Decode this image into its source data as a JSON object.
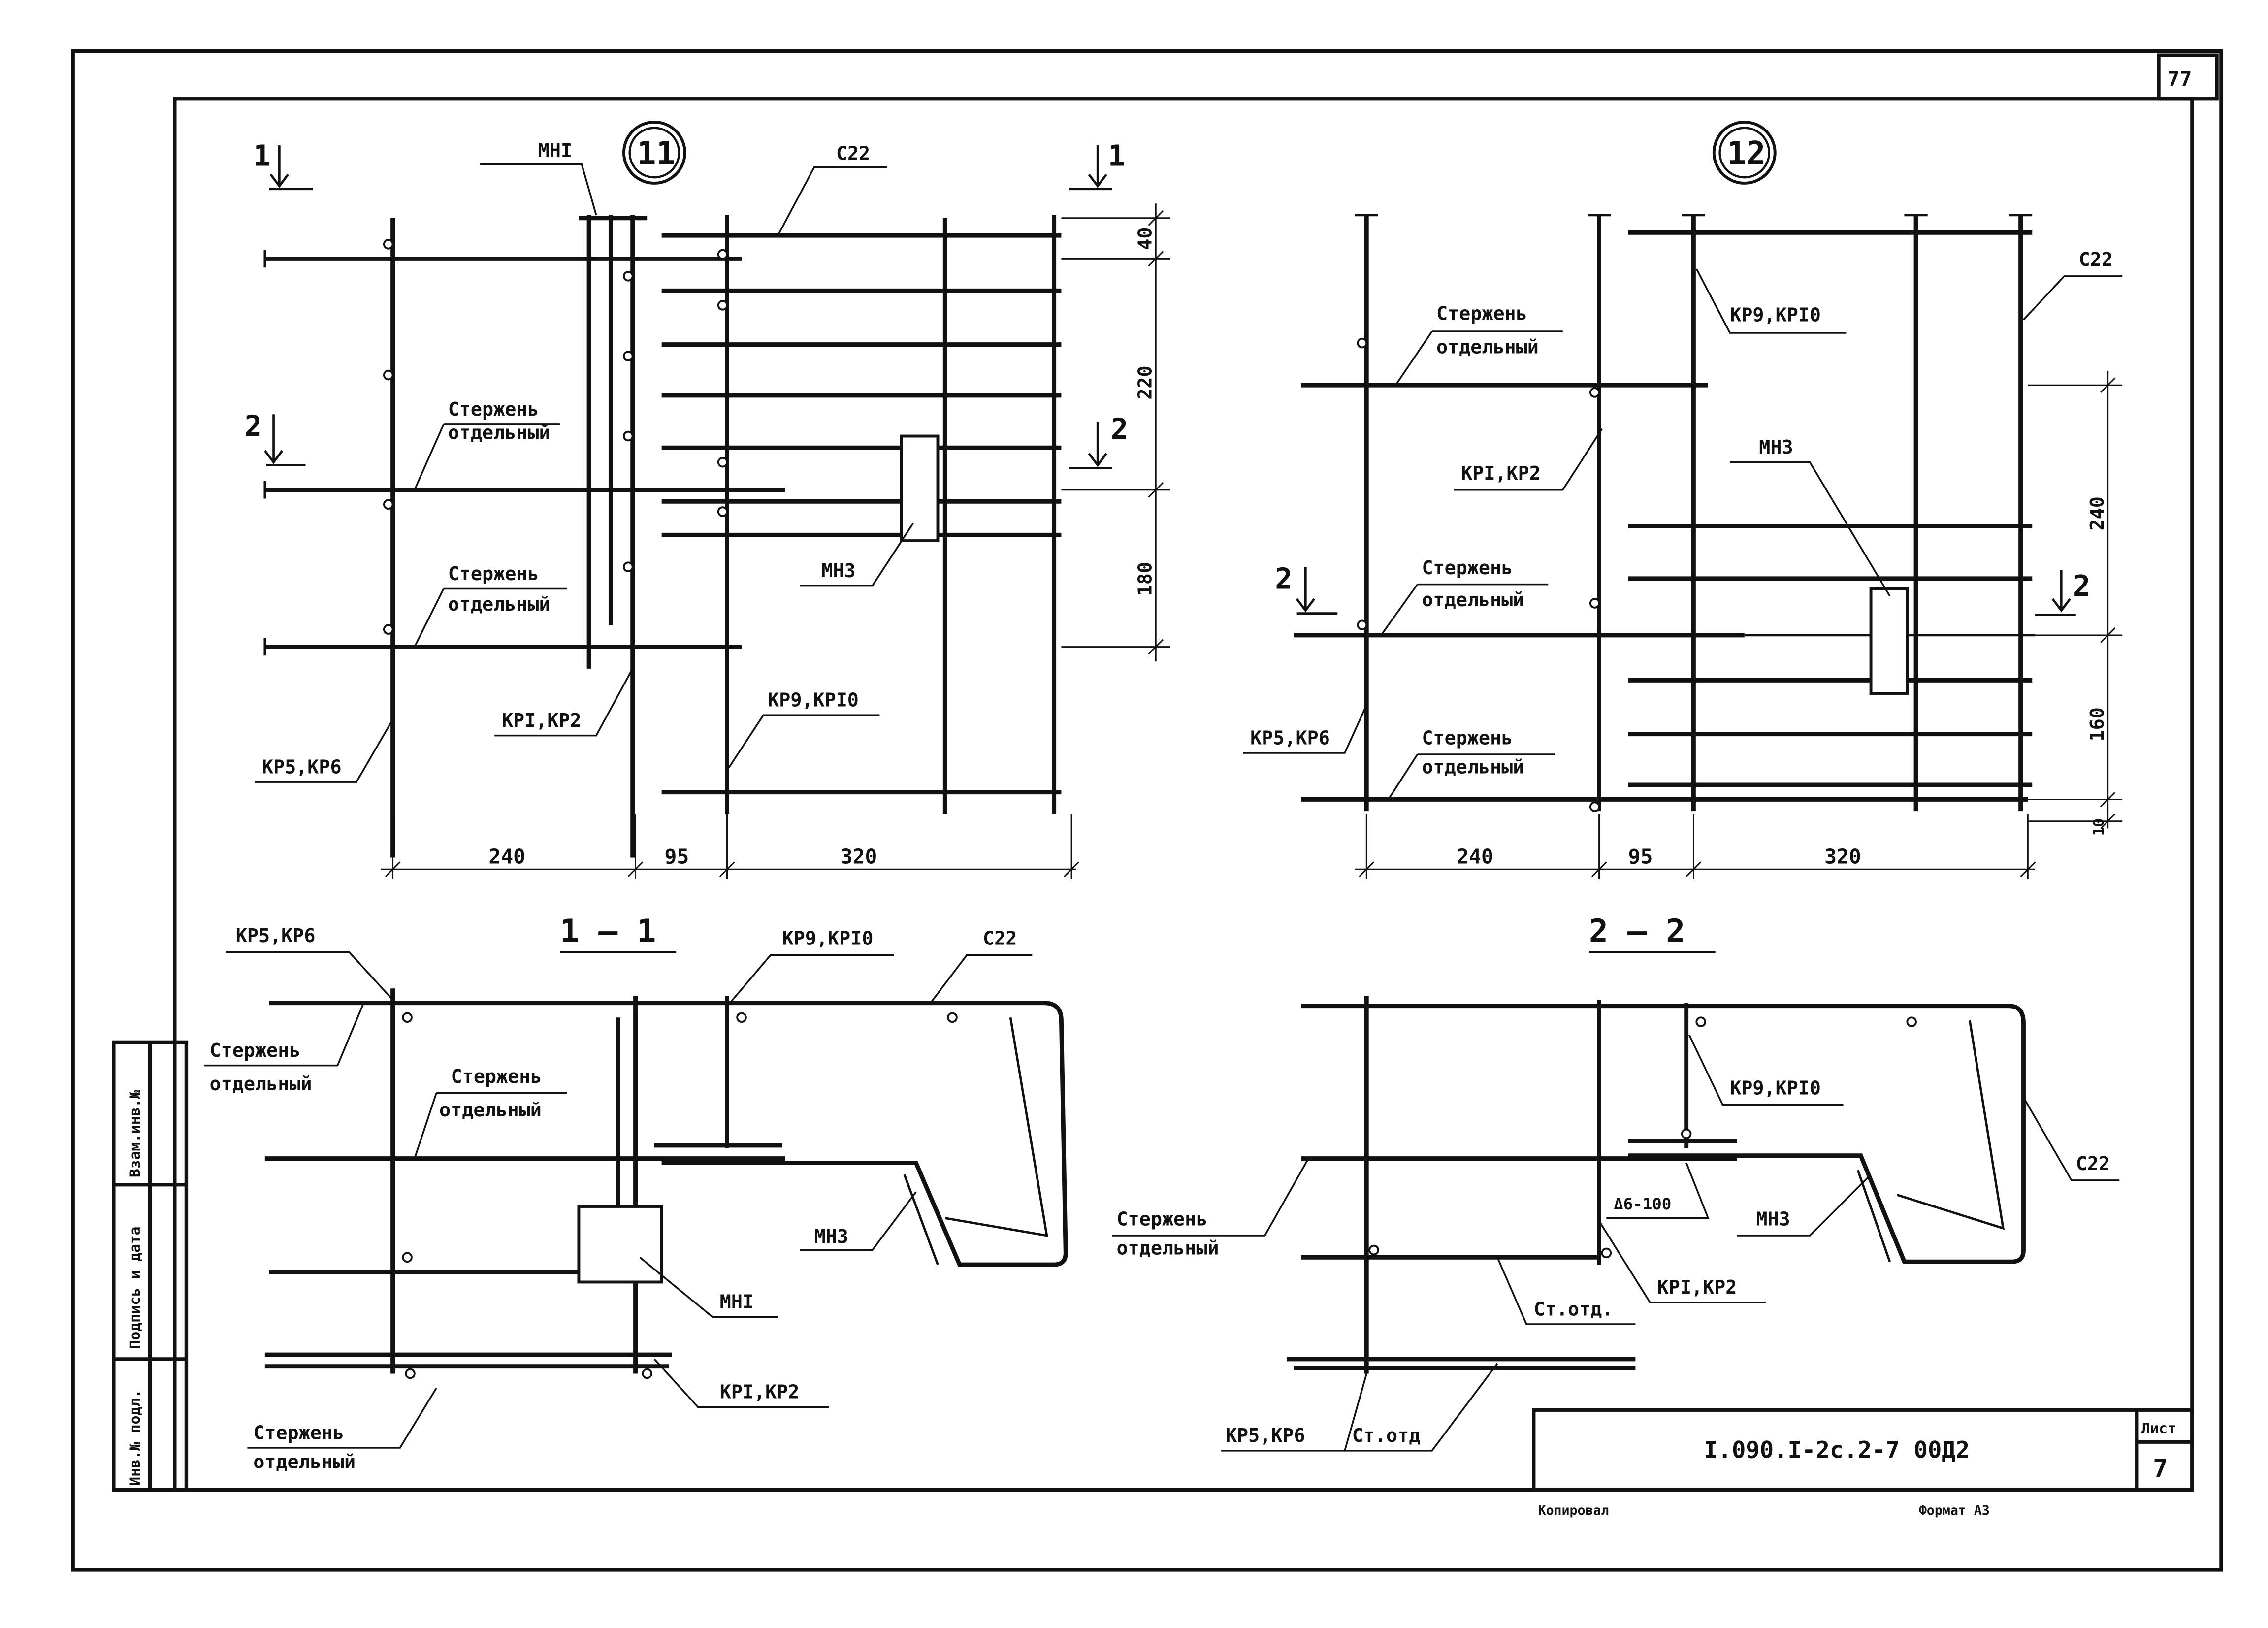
{
  "sheet_corner_number": "77",
  "drawing_11": {
    "marker": "11",
    "section_marks": [
      "1",
      "1",
      "2",
      "2"
    ],
    "labels": {
      "mn1": "МНI",
      "c22": "С22",
      "rod1": [
        "Стержень",
        "отдельный"
      ],
      "rod2": [
        "Стержень",
        "отдельный"
      ],
      "mn3": "МН3",
      "kp5": "КР5,КР6",
      "kp1": "КРI,КР2",
      "kp9": "КР9,КРI0"
    },
    "dims_right": [
      "40",
      "220",
      "180"
    ],
    "dims_bottom": [
      "240",
      "95",
      "320"
    ]
  },
  "drawing_12": {
    "marker": "12",
    "section_marks": [
      "2",
      "2"
    ],
    "labels": {
      "rod1": [
        "Стержень",
        "отдельный"
      ],
      "kp9": "КР9,КРI0",
      "c22": "С22",
      "kp1": "КРI,КР2",
      "mn3": "МН3",
      "rod2": [
        "Стержень",
        "отдельный"
      ],
      "kp5": "КР5,КР6",
      "rod3": [
        "Стержень",
        "отдельный"
      ]
    },
    "dims_right": [
      "240",
      "160",
      "10"
    ],
    "dims_bottom": [
      "240",
      "95",
      "320"
    ]
  },
  "section_1_1": {
    "title": "1 — 1",
    "labels": {
      "kp5": "КР5,КР6",
      "kp9": "КР9,КРI0",
      "c22": "С22",
      "rod1": [
        "Стержень",
        "отдельный"
      ],
      "rod2": [
        "Стержень",
        "отдельный"
      ],
      "mn3": "МН3",
      "mn1": "МНI",
      "kp1": "КРI,КР2",
      "rod3": [
        "Стержень",
        "отдельный"
      ]
    }
  },
  "section_2_2": {
    "title": "2 — 2",
    "labels": {
      "kp9": "КР9,КРI0",
      "c22": "С22",
      "mn3": "МН3",
      "weld": "Δ6-100",
      "rod": [
        "Стержень",
        "отдельный"
      ],
      "kp1": "КРI,КР2",
      "st1": "Ст.отд.",
      "kp5": "КР5,КР6",
      "st2": "Ст.отд"
    }
  },
  "stamp": {
    "cells": [
      "Взам.инв.№",
      "Подпись и дата",
      "Инв.№ подл."
    ]
  },
  "title_block": {
    "doc_code": "I.090.I-2с.2-7 00Д2",
    "sheet_label": "Лист",
    "sheet_number": "7"
  },
  "footer": {
    "copied": "Копировал",
    "format": "Формат А3"
  }
}
